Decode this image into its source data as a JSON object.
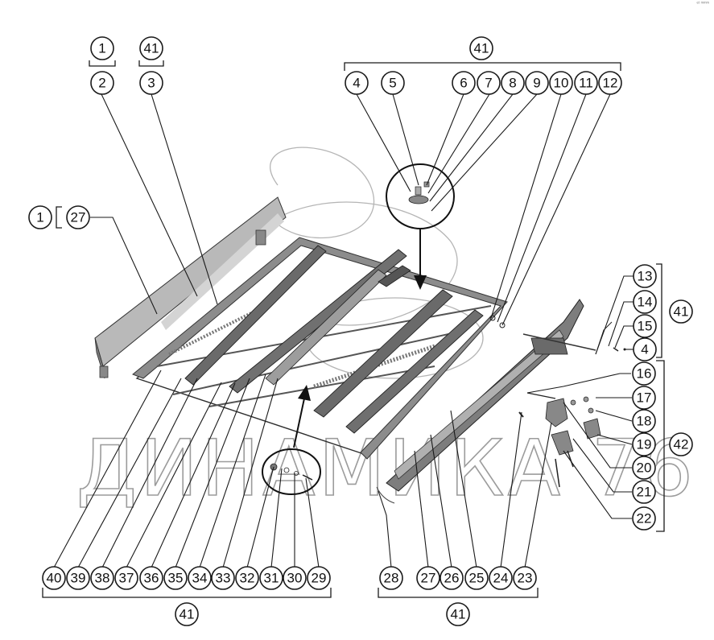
{
  "diagram": {
    "watermark": "ДИНАМИКА 76",
    "corner_mark": "ᵉᵗ ᵐᵐᵐ",
    "colors": {
      "line": "#1a1a1a",
      "metal_dark": "#6d6d6d",
      "metal_mid": "#9a9a9a",
      "metal_light": "#c8c8c8",
      "watermark": "#9c9c9c"
    },
    "callouts": [
      {
        "id": "c1a",
        "label": "1"
      },
      {
        "id": "c41a",
        "label": "41"
      },
      {
        "id": "c2",
        "label": "2"
      },
      {
        "id": "c3",
        "label": "3"
      },
      {
        "id": "c41b",
        "label": "41"
      },
      {
        "id": "c4a",
        "label": "4"
      },
      {
        "id": "c5",
        "label": "5"
      },
      {
        "id": "c6",
        "label": "6"
      },
      {
        "id": "c7",
        "label": "7"
      },
      {
        "id": "c8",
        "label": "8"
      },
      {
        "id": "c9",
        "label": "9"
      },
      {
        "id": "c10",
        "label": "10"
      },
      {
        "id": "c11",
        "label": "11"
      },
      {
        "id": "c12",
        "label": "12"
      },
      {
        "id": "c1b",
        "label": "1"
      },
      {
        "id": "c27a",
        "label": "27"
      },
      {
        "id": "c13",
        "label": "13"
      },
      {
        "id": "c14",
        "label": "14"
      },
      {
        "id": "c15",
        "label": "15"
      },
      {
        "id": "c4b",
        "label": "4"
      },
      {
        "id": "c41c",
        "label": "41"
      },
      {
        "id": "c16",
        "label": "16"
      },
      {
        "id": "c17",
        "label": "17"
      },
      {
        "id": "c18",
        "label": "18"
      },
      {
        "id": "c19",
        "label": "19"
      },
      {
        "id": "c20",
        "label": "20"
      },
      {
        "id": "c21",
        "label": "21"
      },
      {
        "id": "c22",
        "label": "22"
      },
      {
        "id": "c42",
        "label": "42"
      },
      {
        "id": "c40",
        "label": "40"
      },
      {
        "id": "c39",
        "label": "39"
      },
      {
        "id": "c38",
        "label": "38"
      },
      {
        "id": "c37",
        "label": "37"
      },
      {
        "id": "c36",
        "label": "36"
      },
      {
        "id": "c35",
        "label": "35"
      },
      {
        "id": "c34",
        "label": "34"
      },
      {
        "id": "c33",
        "label": "33"
      },
      {
        "id": "c32",
        "label": "32"
      },
      {
        "id": "c31",
        "label": "31"
      },
      {
        "id": "c30",
        "label": "30"
      },
      {
        "id": "c29",
        "label": "29"
      },
      {
        "id": "c41d",
        "label": "41"
      },
      {
        "id": "c28",
        "label": "28"
      },
      {
        "id": "c27b",
        "label": "27"
      },
      {
        "id": "c26",
        "label": "26"
      },
      {
        "id": "c25",
        "label": "25"
      },
      {
        "id": "c24",
        "label": "24"
      },
      {
        "id": "c23",
        "label": "23"
      },
      {
        "id": "c41e",
        "label": "41"
      }
    ]
  }
}
